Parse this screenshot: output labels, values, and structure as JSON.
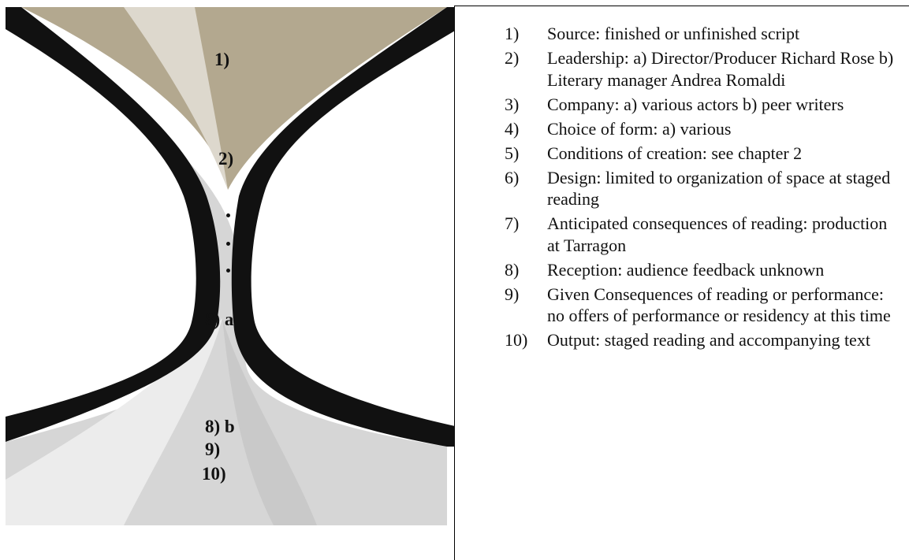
{
  "diagram": {
    "labels": {
      "l1": "1)",
      "l2": "2)",
      "l8a": "8) a",
      "l8b": "8) b",
      "l9": "9)",
      "l10": "10)"
    },
    "colors": {
      "background": "#ffffff",
      "tan": "#b3a88f",
      "light_tan": "#ddd8cd",
      "band": "#111111",
      "light_gray": "#d6d6d6",
      "pale": "#ececec"
    }
  },
  "legend": {
    "items": [
      {
        "num": "1)",
        "text": "Source: finished or unfinished script"
      },
      {
        "num": "2)",
        "text": "Leadership: a) Director/Producer Richard Rose  b) Literary manager Andrea Romaldi"
      },
      {
        "num": "3)",
        "text": "Company: a) various actors b) peer writers"
      },
      {
        "num": "4)",
        "text": "Choice of form: a) various"
      },
      {
        "num": "5)",
        "text": "Conditions of creation: see chapter 2"
      },
      {
        "num": "6)",
        "text": "Design: limited to organization of space at staged reading"
      },
      {
        "num": "7)",
        "text": "Anticipated consequences of reading: production at Tarragon"
      },
      {
        "num": "8)",
        "text": "Reception:  audience feedback unknown"
      },
      {
        "num": "9)",
        "text": "Given Consequences of reading or performance: no offers of performance or residency at this time"
      },
      {
        "num": "10)",
        "text": "Output: staged reading and accompanying text"
      }
    ]
  }
}
